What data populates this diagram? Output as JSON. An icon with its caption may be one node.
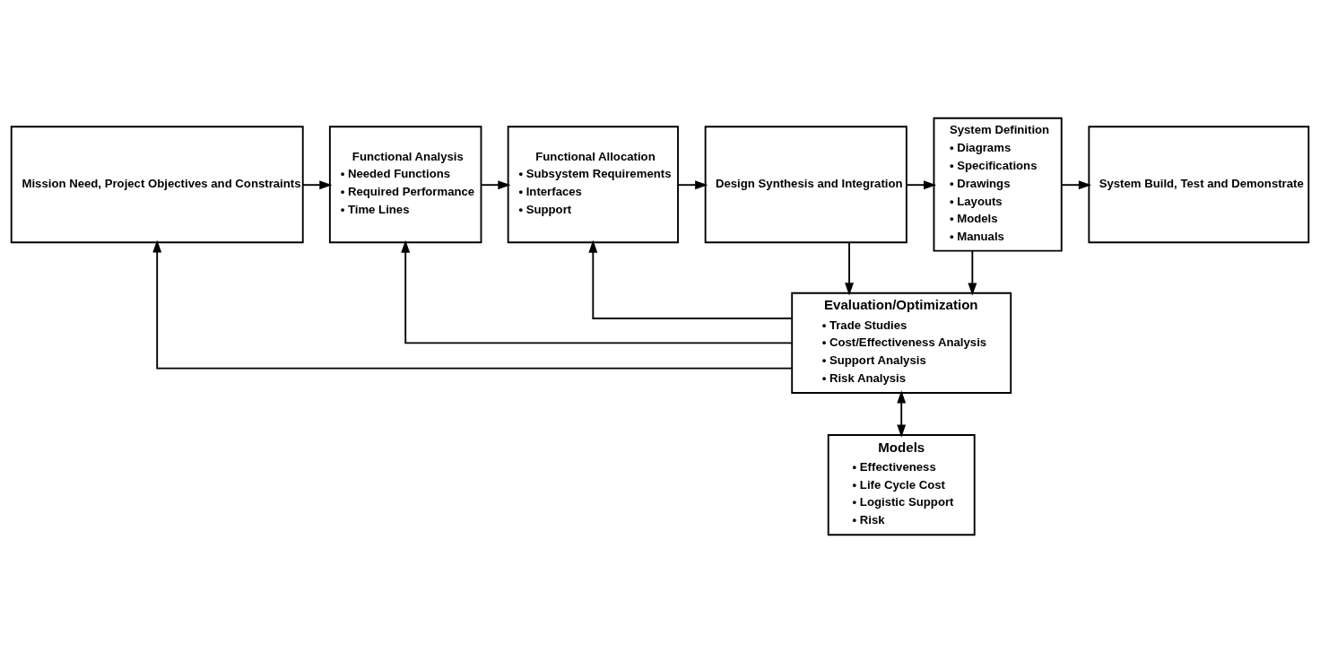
{
  "diagram": {
    "nodes": [
      {
        "text": [
          "Mission Need, Project Objectives and Constraints"
        ]
      },
      {
        "text": [
          "Functional Analysis",
          "• Needed Functions",
          "• Required Performance",
          "• Time Lines"
        ]
      },
      {
        "text": [
          "Functional Allocation",
          "• Subsystem Requirements",
          "• Interfaces",
          "• Support"
        ]
      },
      {
        "text": [
          "Design Synthesis and Integration"
        ]
      },
      {
        "text": [
          "System Definition",
          "• Diagrams",
          "• Specifications",
          "• Drawings",
          "• Layouts",
          "• Models",
          "• Manuals"
        ]
      },
      {
        "text": [
          "System Build, Test and Demonstrate"
        ]
      },
      {
        "text": [
          "Evaluation/Optimization",
          "• Trade Studies",
          "• Cost/Effectiveness Analysis",
          "• Support Analysis",
          "• Risk Analysis"
        ]
      },
      {
        "text": [
          "Models",
          "• Effectiveness",
          "• Life Cycle Cost",
          "• Logistic Support",
          "• Risk"
        ]
      }
    ],
    "edges": [
      {
        "from": 0,
        "to": 1,
        "arrow": "to"
      },
      {
        "from": 1,
        "to": 2,
        "arrow": "to"
      },
      {
        "from": 2,
        "to": 3,
        "arrow": "to"
      },
      {
        "from": 3,
        "to": 4,
        "arrow": "to"
      },
      {
        "from": 4,
        "to": 5,
        "arrow": "to"
      },
      {
        "from": 6,
        "to": 0,
        "arrow": "to"
      },
      {
        "from": 6,
        "to": 1,
        "arrow": "to"
      },
      {
        "from": 6,
        "to": 2,
        "arrow": "to"
      },
      {
        "from": 3,
        "to": 6,
        "arrow": "to"
      },
      {
        "from": 4,
        "to": 6,
        "arrow": "to"
      },
      {
        "from": 6,
        "to": 7,
        "arrow": "both"
      }
    ]
  }
}
